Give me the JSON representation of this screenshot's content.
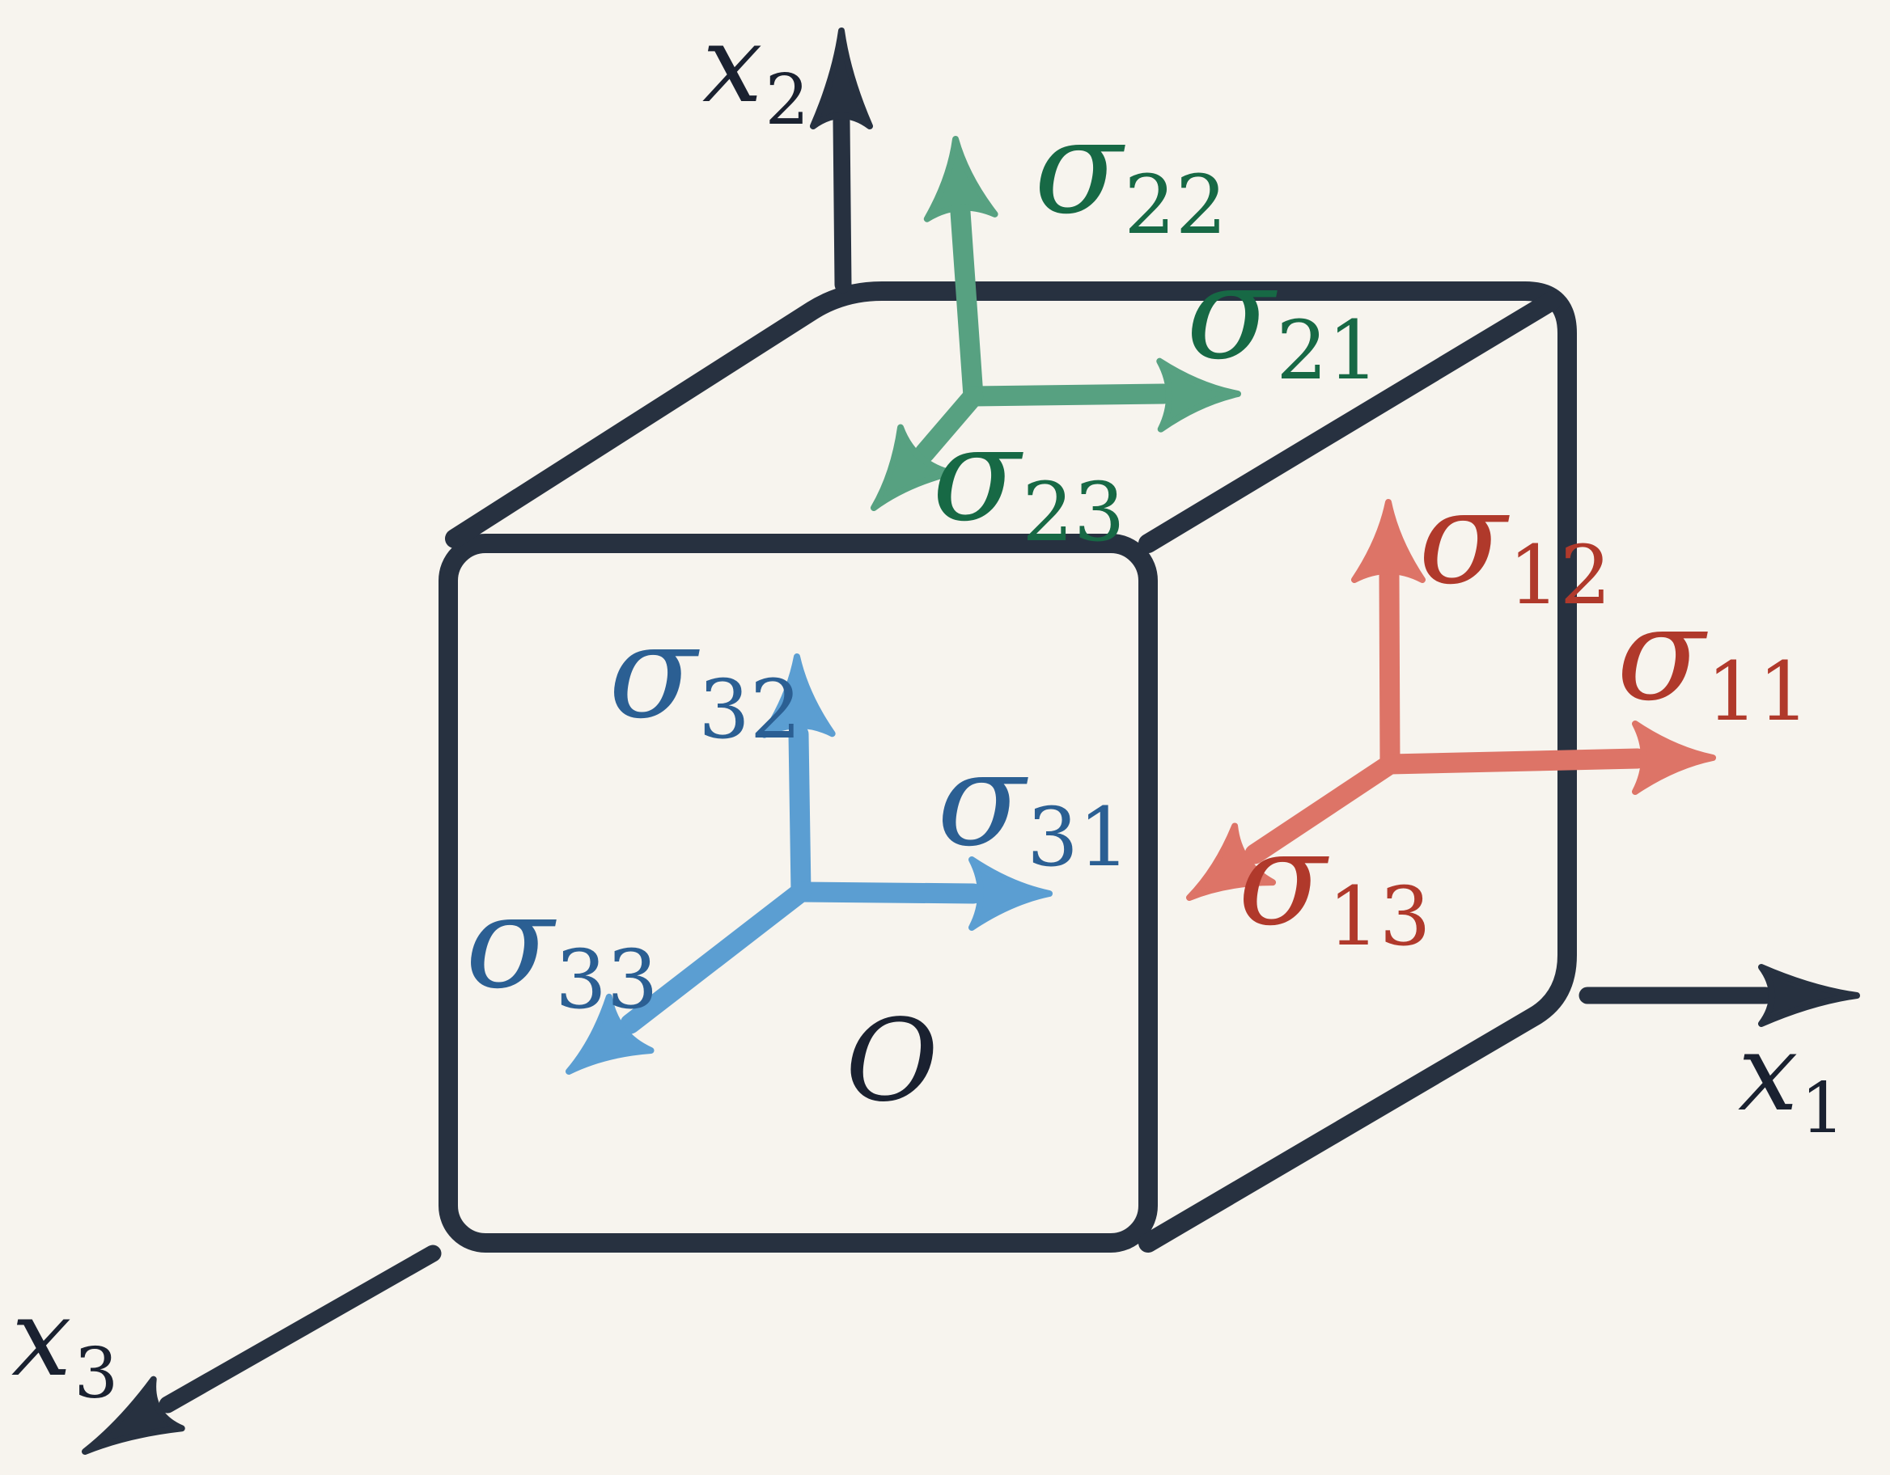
{
  "colors": {
    "background": "#f7f4ee",
    "cube_line": "#273140",
    "axis_label": "#1a2130",
    "x1_face_arrow": "#dd7467",
    "x1_face_label": "#b0392b",
    "x2_face_arrow": "#57a181",
    "x2_face_label": "#176945",
    "x3_face_arrow": "#5b9ed2",
    "x3_face_label": "#2b5f93"
  },
  "axes": {
    "x1": {
      "base": "x",
      "sub": "1"
    },
    "x2": {
      "base": "x",
      "sub": "2"
    },
    "x3": {
      "base": "x",
      "sub": "3"
    }
  },
  "origin": {
    "label": "O"
  },
  "stress": {
    "s11": {
      "sym": "σ",
      "sub": "11"
    },
    "s12": {
      "sym": "σ",
      "sub": "12"
    },
    "s13": {
      "sym": "σ",
      "sub": "13"
    },
    "s21": {
      "sym": "σ",
      "sub": "21"
    },
    "s22": {
      "sym": "σ",
      "sub": "22"
    },
    "s23": {
      "sym": "σ",
      "sub": "23"
    },
    "s31": {
      "sym": "σ",
      "sub": "31"
    },
    "s32": {
      "sym": "σ",
      "sub": "32"
    },
    "s33": {
      "sym": "σ",
      "sub": "33"
    }
  }
}
